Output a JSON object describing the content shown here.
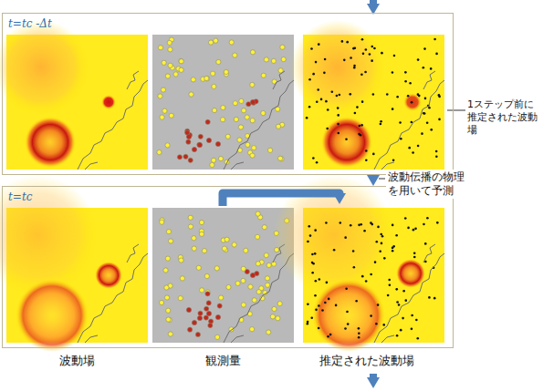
{
  "diagram": {
    "nodes": [
      {
        "text": [
          "t=tc -Δt"
        ]
      },
      {
        "text": [
          "t=tc"
        ]
      }
    ],
    "edges": [
      {
        "from": 0,
        "to": 1,
        "arrow": "to",
        "label": "波動伝播の物理を用いて予測"
      }
    ],
    "labels": [
      "1ステップ前に推定された波動場",
      "波動場",
      "観測量",
      "推定された波動場"
    ]
  }
}
